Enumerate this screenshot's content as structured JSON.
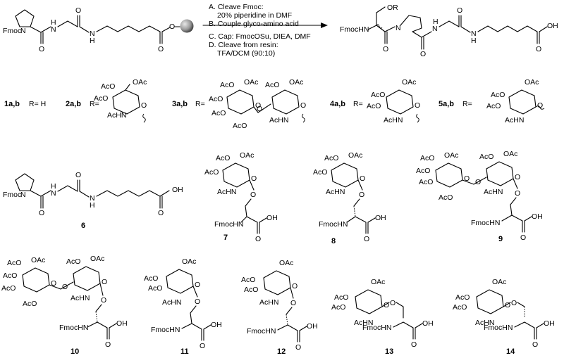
{
  "colors": {
    "ink": "#000000",
    "bead_dark": "#3a3a3a",
    "bead_light": "#e8e8e8"
  },
  "reaction": {
    "steps": [
      "A. Cleave Fmoc:",
      "20% piperidine in DMF",
      "B. Couple glyco-amino acid",
      "C. Cap: FmocOSu, DIEA, DMF",
      "D. Cleave from resin:",
      "TFA/DCM (90:10)"
    ]
  },
  "atoms": {
    "fmoc": "Fmoc",
    "n": "N",
    "h": "H",
    "o": "O",
    "oh": "OH",
    "or": "OR",
    "fmochn": "FmocHN",
    "ac": "AcO",
    "oac": "OAc",
    "achn": "AcHN"
  },
  "r_labels": [
    {
      "id": "1a,b",
      "text": "R= H"
    },
    {
      "id": "2a,b",
      "text": "R="
    },
    {
      "id": "3a,b",
      "text": "R="
    },
    {
      "id": "4a,b",
      "text": "R="
    },
    {
      "id": "5a,b",
      "text": "R="
    }
  ],
  "compound_numbers": [
    "6",
    "7",
    "8",
    "9",
    "10",
    "11",
    "12",
    "13",
    "14"
  ]
}
